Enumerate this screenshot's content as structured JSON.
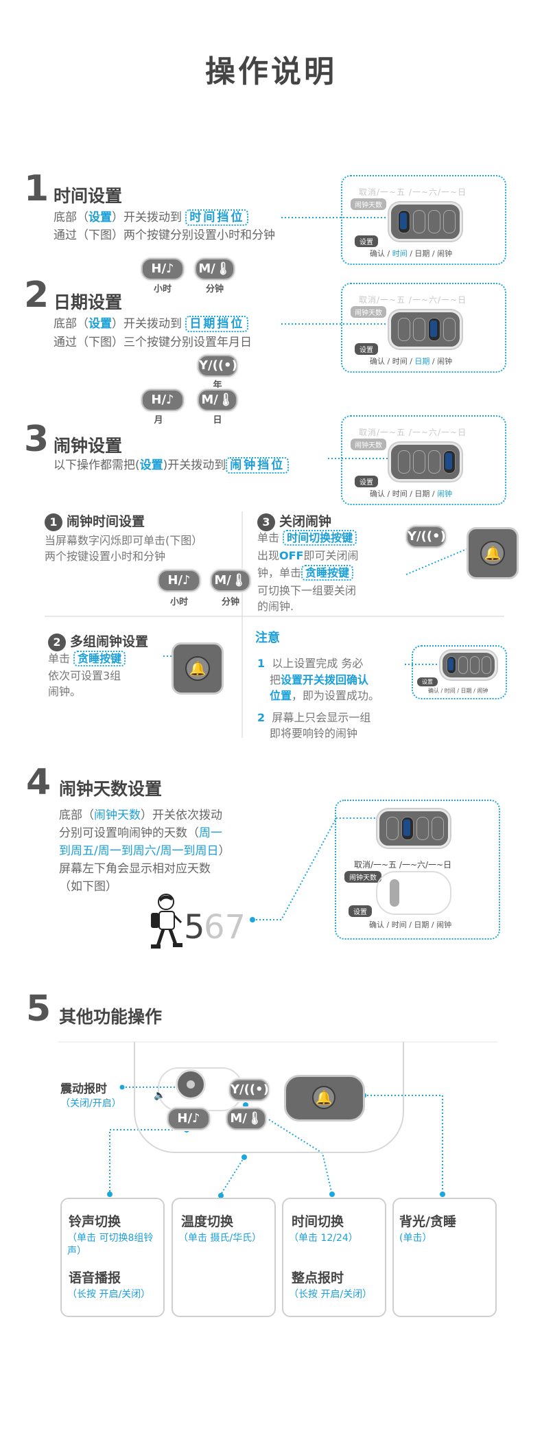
{
  "page_title": "操作说明",
  "colors": {
    "accent": "#1a9fd9",
    "text": "#555555",
    "button": "#777777"
  },
  "sec1": {
    "num": "1",
    "title": "时间设置",
    "l1_a": "底部（",
    "l1_b": "设置",
    "l1_c": "）开关拨动到",
    "tag": "时间挡位",
    "l2": "通过（下图）两个按键分别设置小时和分钟",
    "btn_h": "H/♪",
    "btn_m": "M/🌡",
    "lbl_h": "小时",
    "lbl_m": "分钟"
  },
  "sec2": {
    "num": "2",
    "title": "日期设置",
    "l1_a": "底部（",
    "l1_b": "设置",
    "l1_c": "）开关拨动到",
    "tag": "日期挡位",
    "l2": "通过（下图）三个按键分别设置年月日",
    "btn_y": "Y/((•))",
    "btn_h": "H/♪",
    "btn_m": "M/🌡",
    "lbl_y": "年",
    "lbl_h": "月",
    "lbl_m": "日"
  },
  "sec3": {
    "num": "3",
    "title": "闹钟设置",
    "l1_a": "以下操作都需把(",
    "l1_b": "设置",
    "l1_c": ")开关拨动到",
    "tag": "闹钟挡位"
  },
  "panel": {
    "days_row": "取消/一~五 /一~六/一~日",
    "alarm_days": "闹钟天数",
    "setting": "设置",
    "bottom_confirm": "确认",
    "bottom_time": "时间",
    "bottom_date": "日期",
    "bottom_alarm": "闹钟"
  },
  "sub1": {
    "num": "1",
    "title": "闹钟时间设置",
    "l1": "当屏幕数字闪烁即可单击(下图）",
    "l2": "两个按键设置小时和分钟",
    "btn_h": "H/♪",
    "btn_m": "M/🌡",
    "lbl_h": "小时",
    "lbl_m": "分钟"
  },
  "sub3": {
    "num": "3",
    "title": "关闭闹钟",
    "l1_a": "单击",
    "tag1": "时间切换按键",
    "l2_a": "出现",
    "l2_b": "OFF",
    "l2_c": "即可关闭闹",
    "l3_a": "钟，单击",
    "tag2": "贪睡按键",
    "l4": "可切换下一组要关闭",
    "l5": "的闹钟.",
    "btn_y": "Y/((•))"
  },
  "sub2": {
    "num": "2",
    "title": "多组闹钟设置",
    "l1_a": "单击",
    "tag": "贪睡按键",
    "l2": "依次可设置3组",
    "l3": "闹钟。"
  },
  "note": {
    "title": "注意",
    "n1_num": "1",
    "n1_a": "以上设置完成 务必",
    "n1_b": "把",
    "n1_c": "设置开关拨回确认",
    "n1_d": "位置",
    "n1_e": "，即为设置成功。",
    "n2_num": "2",
    "n2_a": "屏幕上只会显示一组",
    "n2_b": "即将要响铃的闹钟",
    "mini_setting": "设置",
    "mini_bottom": "确认 / 时间 / 日期 / 闹钟"
  },
  "sec4": {
    "num": "4",
    "title": "闹钟天数设置",
    "l1_a": "底部（",
    "l1_b": "闹钟天数",
    "l1_c": "）开关依次拨动",
    "l2_a": "分别可设置响闹钟的天数（",
    "l2_b": "周一",
    "l3_a": "到周五/周一到周六/周一到周日",
    "l3_b": "）",
    "l4": "屏幕左下角会显示相对应天数",
    "l5": "（如下图）",
    "display_5": "5",
    "display_67": "67",
    "days_row": "取消/一~五 /一~六/一~日",
    "alarm_days": "闹钟天数",
    "setting": "设置",
    "bottom": "确认 / 时间 / 日期 / 闹钟"
  },
  "sec5": {
    "num": "5",
    "title": "其他功能操作",
    "vib_title": "震动报时",
    "vib_desc": "（关闭/开启）",
    "btn_y": "Y/((•))",
    "btn_h": "H/♪",
    "btn_m": "M/🌡",
    "cards": [
      {
        "t1": "铃声切换",
        "d1": "（单击 可切换8组铃声）",
        "t2": "语音播报",
        "d2": "（长按 开启/关闭）"
      },
      {
        "t1": "温度切换",
        "d1": "（单击 摄氏/华氏）",
        "t2": "",
        "d2": ""
      },
      {
        "t1": "时间切换",
        "d1": "（单击 12/24）",
        "t2": "整点报时",
        "d2": "（长按 开启/关闭）"
      },
      {
        "t1": "背光/贪睡",
        "d1": "(单击）",
        "t2": "",
        "d2": ""
      }
    ]
  }
}
